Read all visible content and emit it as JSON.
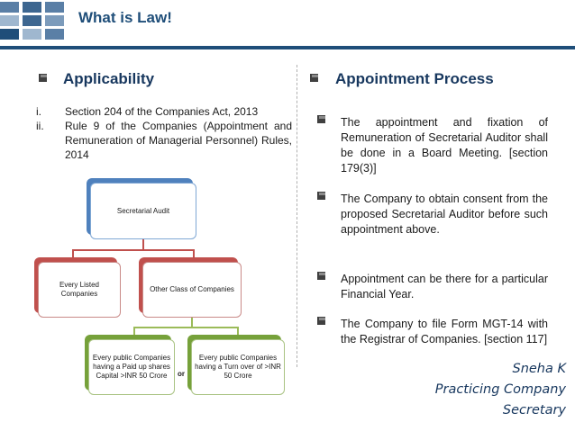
{
  "slide": {
    "title": "What is Law!",
    "colors": {
      "navy": "#1f4e79",
      "accent_blue": "#4f81bd",
      "accent_red": "#c0504d",
      "accent_green": "#9bbb59"
    }
  },
  "left": {
    "heading": "Applicability",
    "items": [
      {
        "marker": "i.",
        "text": "Section 204 of the Companies Act, 2013"
      },
      {
        "marker": "ii.",
        "text": "Rule 9 of the Companies (Appointment and Remuneration of Managerial Personnel) Rules, 2014"
      }
    ],
    "chart": {
      "root": "Secretarial Audit",
      "child_left": "Every Listed Companies",
      "child_right": "Other Class of Companies",
      "leaf_left": "Every public Companies having a Paid up shares Capital >INR 50 Crore",
      "leaf_right": "Every public Companies having a Turn over of >INR 50 Crore",
      "connector_word": "or"
    }
  },
  "right": {
    "heading": "Appointment Process",
    "bullets": [
      "The appointment and fixation of Remuneration of Secretarial Auditor shall be done in a Board Meeting. [section 179(3)]",
      "The Company to obtain consent from the proposed Secretarial Auditor before such appointment above.",
      "Appointment can be there for a particular Financial Year.",
      "The Company to file Form MGT-14 with the Registrar of Companies. [section 117]"
    ]
  },
  "signature": {
    "name": "Sneha K",
    "line2": "Practicing Company",
    "line3": "Secretary"
  }
}
